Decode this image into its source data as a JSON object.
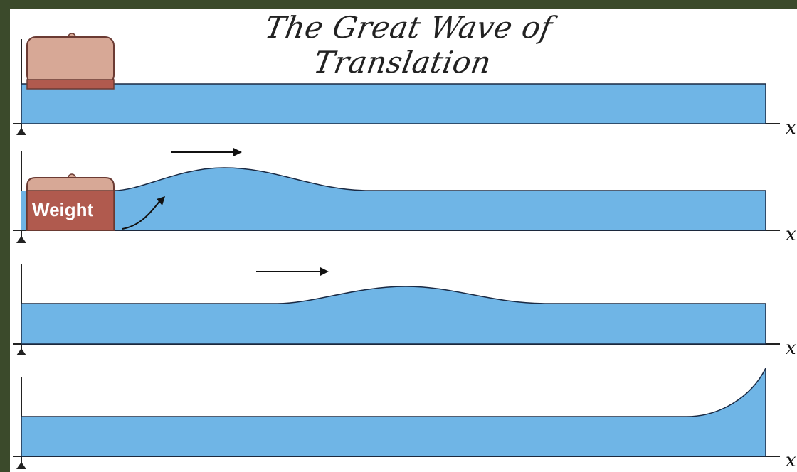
{
  "diagram": {
    "title": "The Great Wave of Translation",
    "weight_label": "Weight",
    "axis_label": "x",
    "colors": {
      "water": "#6fb5e6",
      "water_edge": "#1a2a44",
      "weight_light": "#d7a896",
      "weight_dark": "#b05a4e",
      "background_frame": "#3b4a2b"
    },
    "stages": [
      {
        "stage": 1,
        "description_symbol": "weight raised, flat water"
      },
      {
        "stage": 2,
        "description_symbol": "weight dropped, wave forms"
      },
      {
        "stage": 3,
        "description_symbol": "wave travels"
      },
      {
        "stage": 4,
        "description_symbol": "wave reaches far wall"
      }
    ]
  }
}
